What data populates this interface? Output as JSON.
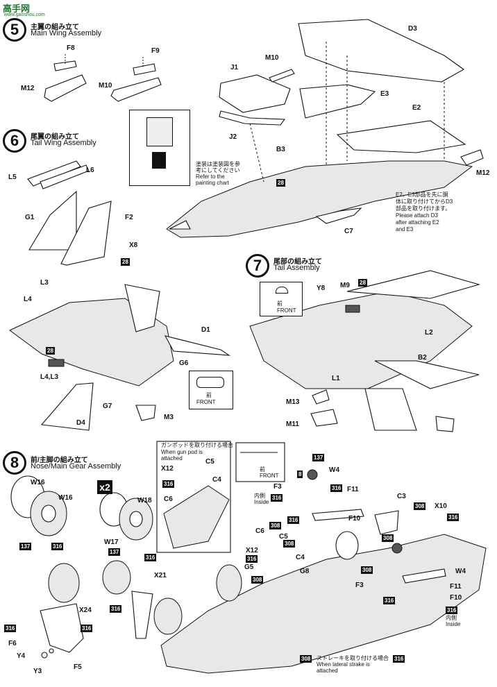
{
  "watermark": {
    "title": "高手网",
    "url": "www.gaoshou.com"
  },
  "step5": {
    "num": "5",
    "jp": "主翼の組み立て",
    "en": "Main Wing Assembly"
  },
  "step6": {
    "num": "6",
    "jp": "尾翼の組み立て",
    "en": "Tail Wing Assembly"
  },
  "step7": {
    "num": "7",
    "jp": "尾部の組み立て",
    "en": "Tail Assembly"
  },
  "step8": {
    "num": "8",
    "jp": "前/主脚の組み立て",
    "en": "Nose/Main Gear Assembly"
  },
  "x2": "x2",
  "parts": {
    "F8": "F8",
    "F9": "F9",
    "M12a": "M12",
    "M10a": "M10",
    "J1": "J1",
    "M10b": "M10",
    "D3": "D3",
    "E3": "E3",
    "E2": "E2",
    "J2": "J2",
    "B3": "B3",
    "M12b": "M12",
    "C7": "C7",
    "L5": "L5",
    "L6": "L6",
    "G1": "G1",
    "F2": "F2",
    "X8": "X8",
    "L3": "L3",
    "L4": "L4",
    "D1": "D1",
    "G6": "G6",
    "L4L3": "L4,L3",
    "G7": "G7",
    "D4": "D4",
    "M3": "M3",
    "Y8": "Y8",
    "M9": "M9",
    "L2": "L2",
    "B2": "B2",
    "L1": "L1",
    "M13": "M13",
    "M11": "M11",
    "W16a": "W16",
    "W16b": "W16",
    "W18": "W18",
    "W17": "W17",
    "X21": "X21",
    "X24": "X24",
    "F6": "F6",
    "Y4": "Y4",
    "Y3": "Y3",
    "F5": "F5",
    "X12a": "X12",
    "C5a": "C5",
    "C4a": "C4",
    "C6a": "C6",
    "F3a": "F3",
    "W4a": "W4",
    "F11a": "F11",
    "F10a": "F10",
    "C3": "C3",
    "X10": "X10",
    "C6b": "C6",
    "C5b": "C5",
    "X12b": "X12",
    "G5": "G5",
    "C4b": "C4",
    "G8": "G8",
    "F3b": "F3",
    "W4b": "W4",
    "F11b": "F11",
    "F10b": "F10"
  },
  "colors": {
    "c28a": "28",
    "c28b": "28",
    "c28c": "28",
    "c28d": "28",
    "c137a": "137",
    "c137b": "137",
    "c137c": "137",
    "c316a": "316",
    "c316b": "316",
    "c316c": "316",
    "c316d": "316",
    "c316e": "316",
    "c316f": "316",
    "c316g": "316",
    "c316h": "316",
    "c316i": "316",
    "c316j": "316",
    "c316k": "316",
    "c316l": "316",
    "c316m": "316",
    "c316n": "316",
    "c308a": "308",
    "c308b": "308",
    "c308c": "308",
    "c308d": "308",
    "c308e": "308",
    "c308f": "308",
    "c308g": "308",
    "c8": "8"
  },
  "notes": {
    "paint_jp1": "塗装は塗装図を参",
    "paint_jp2": "考にしてください",
    "paint_en1": "Refer to the",
    "paint_en2": "painting chart",
    "e2e3_jp1": "E2、E3部品を先に胴",
    "e2e3_jp2": "体に取り付けてからD3",
    "e2e3_jp3": "部品を取り付けます。",
    "e2e3_en1": "Please  attach  D3",
    "e2e3_en2": "after  attaching  E2",
    "e2e3_en3": "and E3",
    "front_jp": "前",
    "front_en": "FRONT",
    "gunpod_jp": "ガンポッドを取り付ける場合",
    "gunpod_en1": "When gun pod is",
    "gunpod_en2": "attached",
    "inside_jp": "内側",
    "inside_en": "Inside",
    "strake_jp": "ストレーキを取り付ける場合",
    "strake_en1": "When lateral strake is",
    "strake_en2": "attached"
  }
}
